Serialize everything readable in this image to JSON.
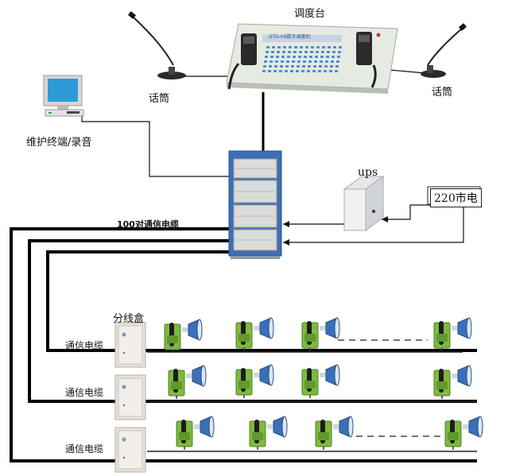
{
  "labels": {
    "console": "调度台",
    "console_panel": "GTD-V6数字调度机",
    "mic_left": "话筒",
    "mic_right": "话筒",
    "terminal": "维护终端/录音",
    "ups": "ups",
    "mains": "220市电",
    "trunk_cable": "100对通信电缆",
    "junction_box": "分线盒",
    "branch_cable_1": "通信电缆",
    "branch_cable_2": "通信电缆",
    "branch_cable_3": "通信电缆"
  },
  "colors": {
    "line": "#111111",
    "thick_line": "#000000",
    "console_body": "#e6ebe2",
    "console_keys": "#4f8fd6",
    "cabinet_frame": "#3f6fb4",
    "cabinet_panel": "#d9dcd8",
    "phone_green": "#7fb93f",
    "speaker_blue": "#3b6fb7"
  }
}
